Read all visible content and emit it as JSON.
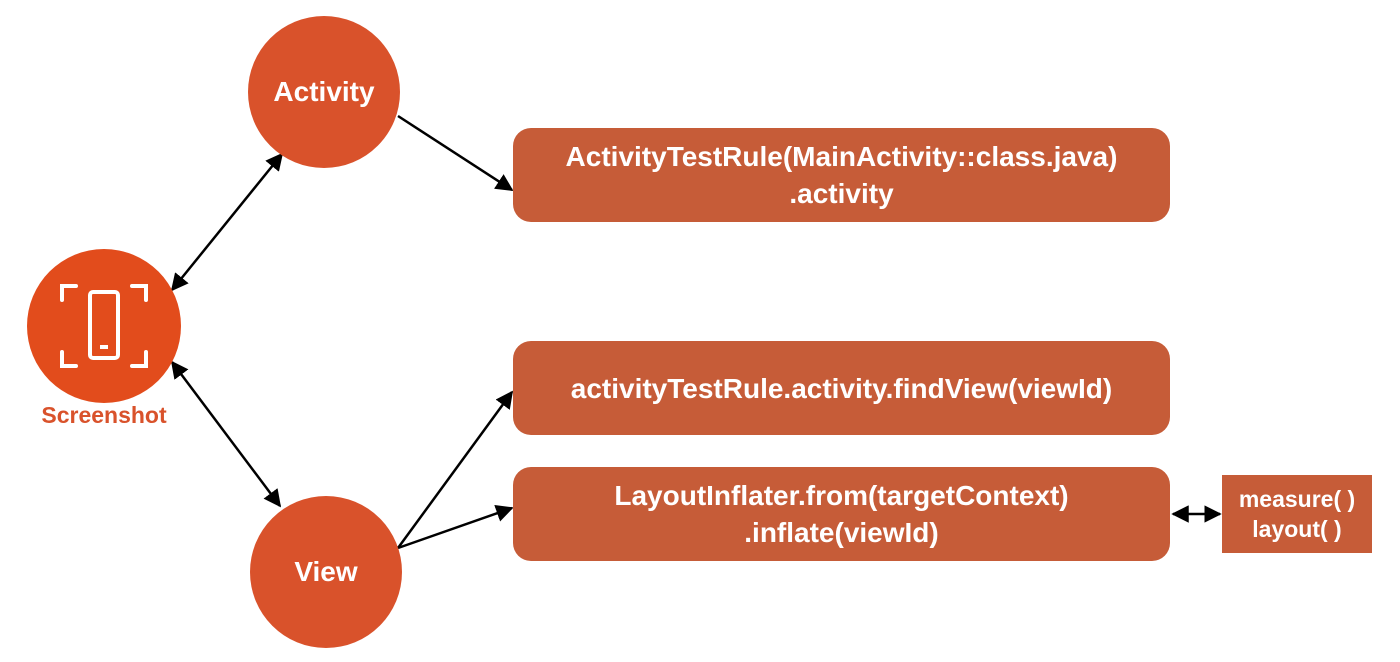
{
  "nodes": {
    "activity": "Activity",
    "view": "View",
    "screenshot": "Screenshot"
  },
  "boxes": {
    "activity_rule": [
      "ActivityTestRule(MainActivity::class.java)",
      ".activity"
    ],
    "find_view": [
      "activityTestRule.activity.findView(viewId)"
    ],
    "inflater": [
      "LayoutInflater.from(targetContext)",
      ".inflate(viewId)"
    ],
    "measure_layout": [
      "measure( )",
      "layout( )"
    ]
  },
  "icons": {
    "screenshot": "phone-screenshot-icon"
  },
  "colors": {
    "node": "#d9522b",
    "screenshot": "#e24c1c",
    "box": "#c65c38",
    "arrow": "#000000"
  }
}
